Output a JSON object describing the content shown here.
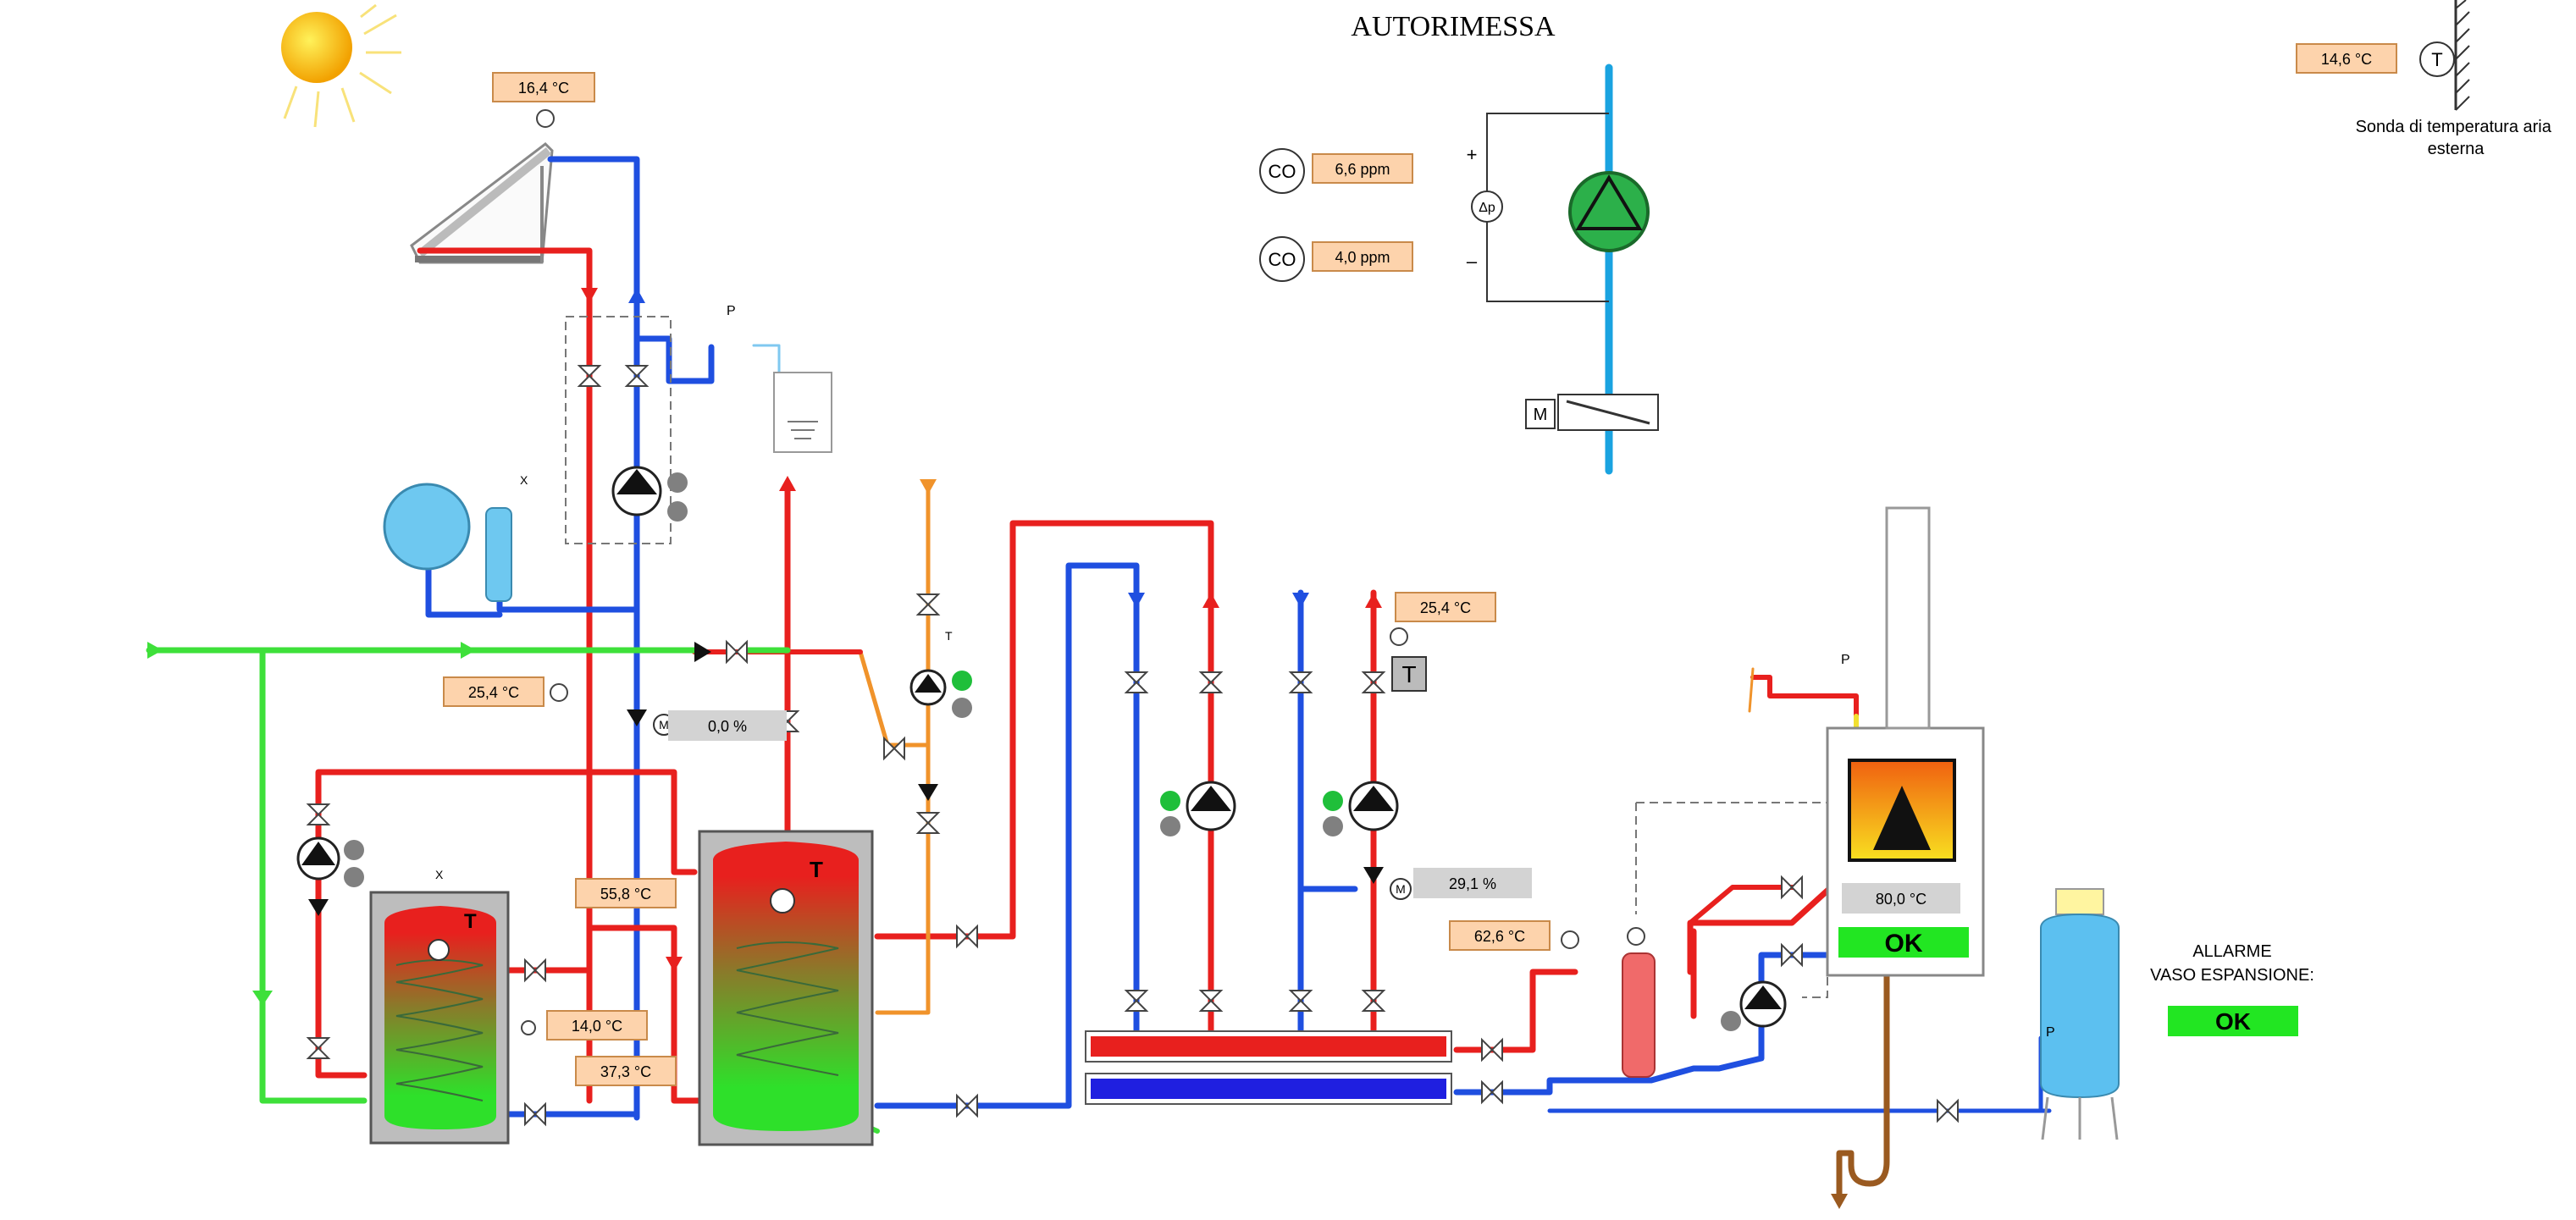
{
  "title": "AUTORIMESSA",
  "sensors": {
    "solar_collector_temp": "16,4 °C",
    "outdoor_temp": "14,6 °C",
    "co_1": "6,6 ppm",
    "co_2": "4,0 ppm",
    "left_return_temp": "25,4 °C",
    "mixing_valve_1": "0,0 %",
    "tank_small_top_temp": "55,8 °C",
    "tank_small_mid_temp": "14,0 °C",
    "tank_small_bottom_temp": "37,3 °C",
    "heating_circuit_temp": "25,4 °C",
    "mixing_valve_2": "29,1 %",
    "boiler_flow_temp": "62,6 °C",
    "boiler_temp": "80,0 °C"
  },
  "labels": {
    "outdoor_probe": "Sonda di temperatura aria esterna",
    "co_symbol": "CO",
    "dp_symbol": "Δp",
    "motor_symbol": "M",
    "plus": "+",
    "minus": "–",
    "t_symbol": "T",
    "p_symbol": "P",
    "x_symbol": "X",
    "alarm_title": "ALLARME",
    "alarm_subtitle": "VASO ESPANSIONE:",
    "alarm_status": "OK",
    "boiler_status": "OK"
  },
  "colors": {
    "hot": "#e8201e",
    "cold": "#1f4fe0",
    "green_line": "#3ee03a",
    "orange_line": "#f0932b",
    "cyan_line": "#1aa3e0",
    "badge_fill": "#fdd3ac",
    "badge_stroke": "#c98a4a",
    "grey_badge": "#d3d3d3",
    "ok_green": "#22e622",
    "lamp_grey": "#808080",
    "lamp_green": "#1fbf3a"
  }
}
